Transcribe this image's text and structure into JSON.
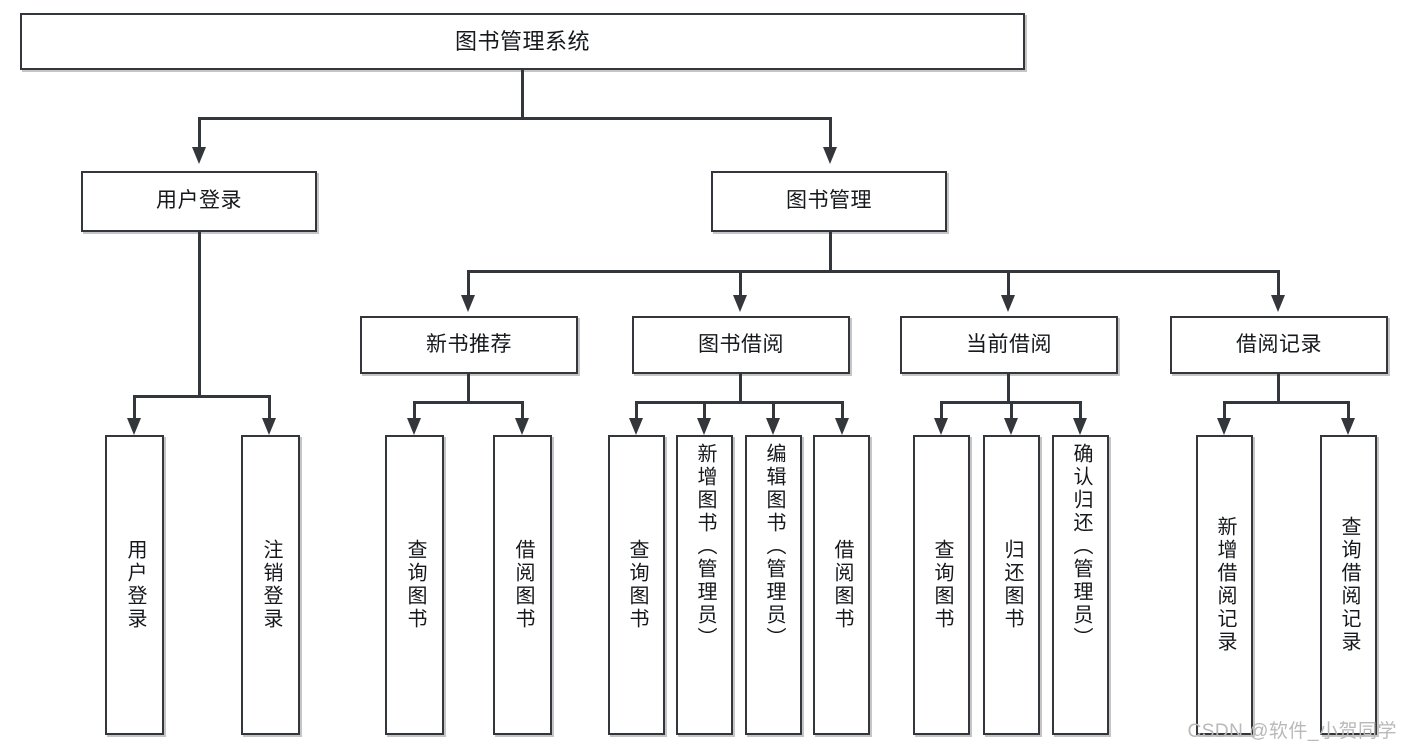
{
  "diagram": {
    "type": "tree",
    "title": "图书管理系统",
    "watermark": "CSDN @软件_小贺同学",
    "colors": {
      "box_border": "#33363b",
      "box_fill": "#ffffff",
      "text": "#16181c",
      "line": "#33363b",
      "watermark": "#b9b9b9",
      "background": "#ffffff"
    },
    "levels": [
      {
        "level": 1,
        "nodes": [
          {
            "id": "root",
            "label": "图书管理系统"
          }
        ]
      },
      {
        "level": 2,
        "nodes": [
          {
            "id": "login",
            "label": "用户登录",
            "parent": "root"
          },
          {
            "id": "bookmgmt",
            "label": "图书管理",
            "parent": "root"
          }
        ]
      },
      {
        "level": 3,
        "nodes": [
          {
            "id": "newbook",
            "label": "新书推荐",
            "parent": "bookmgmt"
          },
          {
            "id": "borrow",
            "label": "图书借阅",
            "parent": "bookmgmt"
          },
          {
            "id": "current",
            "label": "当前借阅",
            "parent": "bookmgmt"
          },
          {
            "id": "record",
            "label": "借阅记录",
            "parent": "bookmgmt"
          }
        ]
      },
      {
        "level": 4,
        "nodes": [
          {
            "id": "leaf1",
            "label": "用户登录",
            "parent": "login"
          },
          {
            "id": "leaf2",
            "label": "注销登录",
            "parent": "login"
          },
          {
            "id": "leaf3",
            "label": "查询图书",
            "parent": "newbook"
          },
          {
            "id": "leaf4",
            "label": "借阅图书",
            "parent": "newbook"
          },
          {
            "id": "leaf5",
            "label": "查询图书",
            "parent": "borrow"
          },
          {
            "id": "leaf6",
            "label": "新增图书（管理员）",
            "parent": "borrow"
          },
          {
            "id": "leaf7",
            "label": "编辑图书（管理员）",
            "parent": "borrow"
          },
          {
            "id": "leaf8",
            "label": "借阅图书",
            "parent": "borrow"
          },
          {
            "id": "leaf9",
            "label": "查询图书",
            "parent": "current"
          },
          {
            "id": "leaf10",
            "label": "归还图书",
            "parent": "current"
          },
          {
            "id": "leaf11",
            "label": "确认归还（管理员）",
            "parent": "current"
          },
          {
            "id": "leaf12",
            "label": "新增借阅记录",
            "parent": "record"
          },
          {
            "id": "leaf13",
            "label": "查询借阅记录",
            "parent": "record"
          }
        ]
      }
    ]
  }
}
